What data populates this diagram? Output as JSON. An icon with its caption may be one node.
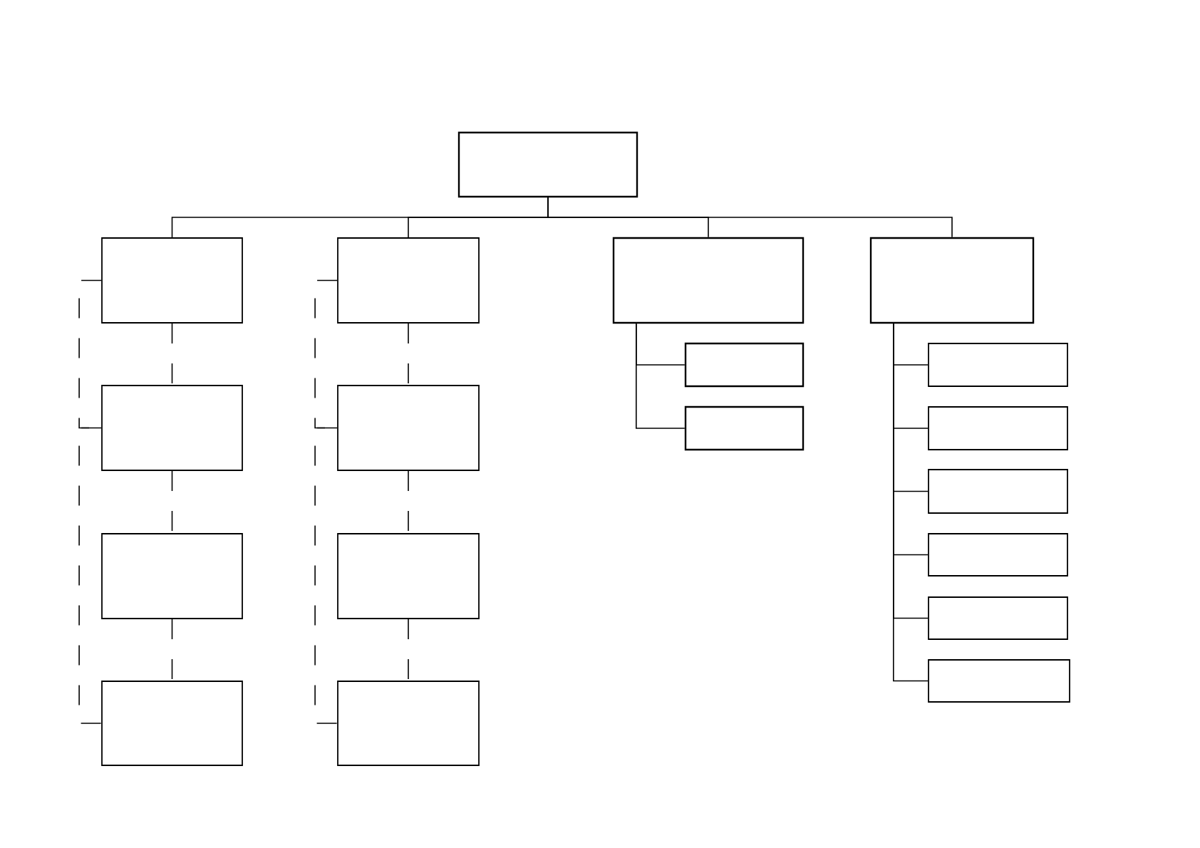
{
  "diagram": {
    "nodes": [
      {
        "text": [],
        "shape": "box"
      },
      {
        "text": [],
        "shape": "box"
      },
      {
        "text": [],
        "shape": "box"
      },
      {
        "text": [],
        "shape": "box"
      },
      {
        "text": [],
        "shape": "box"
      },
      {
        "text": [],
        "shape": "box"
      },
      {
        "text": [],
        "shape": "box"
      },
      {
        "text": [],
        "shape": "box"
      },
      {
        "text": [],
        "shape": "box"
      },
      {
        "text": [],
        "shape": "box"
      },
      {
        "text": [],
        "shape": "box"
      },
      {
        "text": [],
        "shape": "box"
      },
      {
        "text": [],
        "shape": "box"
      },
      {
        "text": [],
        "shape": "box"
      },
      {
        "text": [],
        "shape": "box"
      },
      {
        "text": [],
        "shape": "box"
      },
      {
        "text": [],
        "shape": "box"
      },
      {
        "text": [],
        "shape": "box"
      },
      {
        "text": [],
        "shape": "box"
      }
    ],
    "edges": [
      {
        "from": 0,
        "to": 1,
        "arrow": "none"
      },
      {
        "from": 0,
        "to": 5,
        "arrow": "none"
      },
      {
        "from": 0,
        "to": 9,
        "arrow": "none"
      },
      {
        "from": 0,
        "to": 12,
        "arrow": "none"
      },
      {
        "from": 1,
        "to": 2,
        "arrow": "none",
        "style": "dashed"
      },
      {
        "from": 2,
        "to": 3,
        "arrow": "none",
        "style": "dashed"
      },
      {
        "from": 3,
        "to": 4,
        "arrow": "none",
        "style": "dashed"
      },
      {
        "from": 1,
        "to": 2,
        "arrow": "none",
        "style": "dashed"
      },
      {
        "from": 2,
        "to": 4,
        "arrow": "none",
        "style": "dashed"
      },
      {
        "from": 5,
        "to": 6,
        "arrow": "none",
        "style": "dashed"
      },
      {
        "from": 6,
        "to": 7,
        "arrow": "none",
        "style": "dashed"
      },
      {
        "from": 7,
        "to": 8,
        "arrow": "none",
        "style": "dashed"
      },
      {
        "from": 5,
        "to": 6,
        "arrow": "none",
        "style": "dashed"
      },
      {
        "from": 6,
        "to": 8,
        "arrow": "none",
        "style": "dashed"
      },
      {
        "from": 9,
        "to": 10,
        "arrow": "none"
      },
      {
        "from": 9,
        "to": 11,
        "arrow": "none"
      },
      {
        "from": 12,
        "to": 13,
        "arrow": "none"
      },
      {
        "from": 12,
        "to": 14,
        "arrow": "none"
      },
      {
        "from": 12,
        "to": 15,
        "arrow": "none"
      },
      {
        "from": 12,
        "to": 16,
        "arrow": "none"
      },
      {
        "from": 12,
        "to": 17,
        "arrow": "none"
      },
      {
        "from": 12,
        "to": 18,
        "arrow": "none"
      }
    ]
  }
}
